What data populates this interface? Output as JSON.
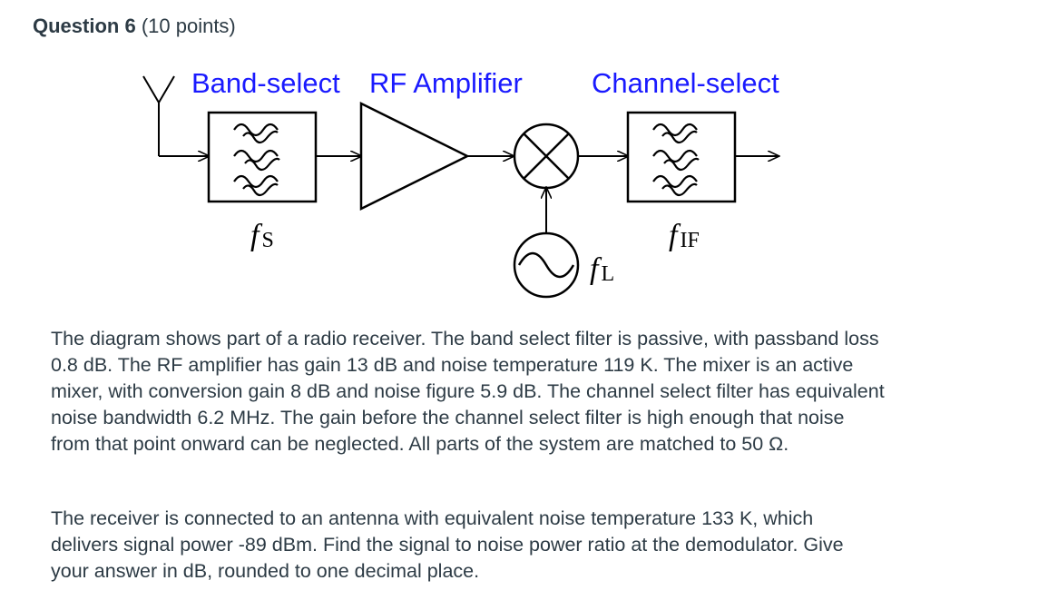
{
  "question": {
    "title": "Question 6",
    "points": "(10 points)"
  },
  "diagram": {
    "labels": {
      "band_select": "Band-select",
      "rf_amplifier": "RF Amplifier",
      "channel_select": "Channel-select"
    },
    "freq_labels": {
      "fs": {
        "main": "f",
        "sub": "S"
      },
      "fif": {
        "main": "f",
        "sub": "IF"
      },
      "fl": {
        "main": "f",
        "sub": "L"
      }
    },
    "colors": {
      "label": "#1a1aff",
      "lines": "#000000"
    }
  },
  "body": {
    "paragraph_1": "The diagram shows part of a radio receiver.  The band select filter is passive, with passband loss 0.8 dB.  The RF amplifier has gain 13 dB and noise temperature 119 K.  The mixer is an active mixer, with conversion gain 8 dB and noise figure 5.9 dB.  The channel select filter has equivalent noise bandwidth 6.2 MHz.  The gain before the channel select filter is high enough that noise from that point onward can be neglected.  All parts of the system are matched to 50 Ω.",
    "paragraph_2": "The receiver is connected to an antenna with equivalent noise temperature 133 K, which delivers signal power -89 dBm.  Find the signal to noise power ratio at the demodulator.  Give your answer in dB, rounded to one decimal place."
  }
}
